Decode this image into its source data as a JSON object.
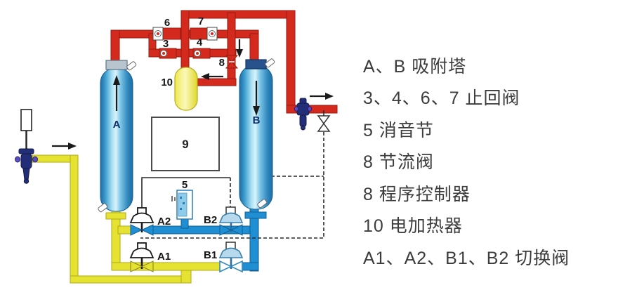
{
  "diagram": {
    "labels": {
      "valve6": "6",
      "valve7": "7",
      "valve3": "3",
      "valve4": "4",
      "throttle": "8",
      "heater": "10",
      "controller": "9",
      "silencer": "5",
      "tower_a": "A",
      "tower_b": "B",
      "valve_a2": "A2",
      "valve_b2": "B2",
      "valve_a1": "A1",
      "valve_b1": "B1"
    }
  },
  "legend": {
    "lines": [
      "A、B 吸附塔",
      "3、4、6、7 止回阀",
      "5 消音节",
      "8 节流阀",
      "8 程序控制器",
      "10 电加热器",
      "A1、A2、B1、B2 切换阀"
    ]
  },
  "colors": {
    "pipe_red": "#d42a1e",
    "pipe_yellow": "#e6e232",
    "pipe_blue": "#1f8ed2",
    "valve_navy": "#222e78",
    "tower_blue": "#3f9fd0",
    "heater_yellow": "#f2ee62",
    "actuator_lightblue": "#b8d8ec"
  }
}
